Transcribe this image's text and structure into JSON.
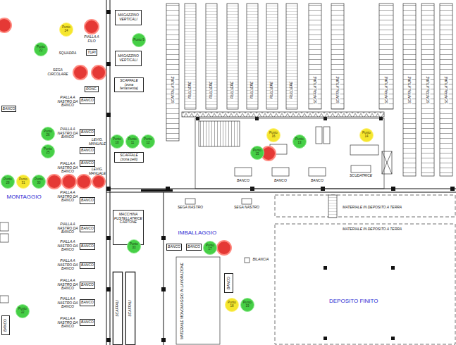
{
  "diagram": {
    "nodes": [
      {
        "text": [
          "Punto 24"
        ]
      },
      {
        "text": [
          "MAGAZZINO VERTICALI"
        ]
      },
      {
        "text": [
          "Punto 9"
        ]
      },
      {
        "text": [
          "Punto 22"
        ]
      },
      {
        "text": [
          "TUPI"
        ]
      },
      {
        "text": [
          "MAGAZZINO VERTICALI"
        ]
      },
      {
        "text": [
          "SCAFFALE (zona ferramenta)"
        ]
      },
      {
        "text": [
          "RONC."
        ]
      },
      {
        "text": [
          "BANCO"
        ]
      },
      {
        "text": [
          "BANCO"
        ]
      },
      {
        "text": [
          "BANCO"
        ]
      },
      {
        "text": [
          "Punto 26"
        ]
      },
      {
        "text": [
          "Punto 16"
        ]
      },
      {
        "text": [
          "Punto 14"
        ]
      },
      {
        "text": [
          "Punto 10"
        ]
      },
      {
        "text": [
          "Punto 11"
        ]
      },
      {
        "text": [
          "Punto 12"
        ]
      },
      {
        "text": [
          "Punto 13"
        ]
      },
      {
        "text": [
          "BANCO"
        ]
      },
      {
        "text": [
          "Punto 25"
        ]
      },
      {
        "text": [
          "Punto 15"
        ]
      },
      {
        "text": [
          "SCAFFALE (zona pelli)"
        ]
      },
      {
        "text": [
          "BANCO"
        ]
      },
      {
        "text": [
          "Punto 28"
        ]
      },
      {
        "text": [
          "Punto 31"
        ]
      },
      {
        "text": [
          "Punto 30"
        ]
      },
      {
        "text": [
          "BANCO"
        ]
      },
      {
        "text": [
          "MACCHINA FUSTELLATRICE CARTONE"
        ]
      },
      {
        "text": [
          "BANCO"
        ]
      },
      {
        "text": [
          "BANCO"
        ]
      },
      {
        "text": [
          "BANCO"
        ]
      },
      {
        "text": [
          "BANCO"
        ]
      },
      {
        "text": [
          "Punto 33"
        ]
      },
      {
        "text": [
          "Punto 17"
        ]
      },
      {
        "text": [
          "BANCO"
        ]
      },
      {
        "text": [
          "SCAFFALI"
        ]
      },
      {
        "text": [
          "SCAFFALI"
        ]
      },
      {
        "text": [
          "BANCO"
        ]
      },
      {
        "text": [
          "BANCO"
        ]
      },
      {
        "text": [
          "BANCO"
        ]
      },
      {
        "text": [
          "Punto 18"
        ]
      },
      {
        "text": [
          "Punto 19"
        ]
      },
      {
        "text": [
          "Punto 32"
        ]
      },
      {
        "text": [
          "BANCO"
        ]
      },
      {
        "text": [
          "BANCO"
        ]
      }
    ],
    "labels": [
      "PIALLA A FILO",
      "SQUADRA",
      "SEGA CIRCOLARE",
      "PIALLA A NASTRO DA BANCO",
      "PIALLA A NASTRO DA BANCO",
      "LEVIG. MANUALE",
      "PIALLA A NASTRO DA BANCO",
      "LEVIG. MANUALE",
      "MONTAGGIO",
      "PIALLA A NASTRO DA BANCO",
      "PIALLA A NASTRO DA BANCO",
      "PIALLA A NASTRO DA BANCO",
      "PIALLA A NASTRO DA BANCO",
      "PIALLA A NASTRO DA BANCO",
      "PIALLA A NASTRO DA BANCO",
      "PIALLA A NASTRO DA BANCO",
      "SCAFFALATURE",
      "RULLIERE",
      "RULLIERE",
      "RULLIERE",
      "RULLIERE",
      "RULLIERE",
      "RULLIERE",
      "SCAFFALATURE",
      "SCAFFALATURE",
      "SCAFFALATURE",
      "SCAFFALATURE",
      "SCAFFALATURE",
      "SCAFFALATURE",
      "BANCO",
      "BANCO",
      "BANCO",
      "SCUDATRICE",
      "SEGA NASTRO",
      "SEGA NASTRO",
      "MATERIALE IN DEPOSITO A TERRA",
      "MATERIALE IN DEPOSITO A TERRA",
      "IMBALLAGGIO",
      "BILANCIA",
      "MATERIALE MONOVIAGGIO IN LAVORAZIONE",
      "DEPOSITO FINITO"
    ]
  }
}
